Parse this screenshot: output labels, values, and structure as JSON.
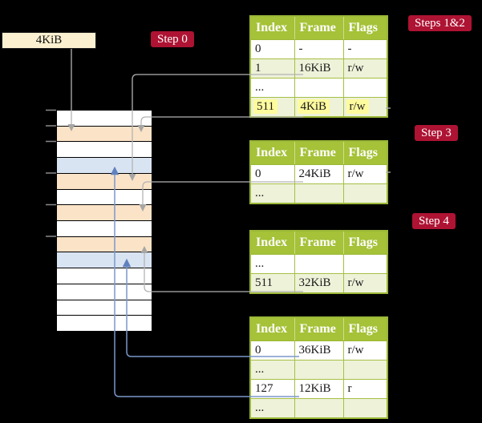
{
  "legend_box": {
    "label": "4KiB"
  },
  "step_labels": {
    "step0": "Step 0",
    "steps12": "Steps 1&2",
    "step3": "Step 3",
    "step4": "Step 4"
  },
  "tables": [
    {
      "headers": [
        "Index",
        "Frame",
        "Flags"
      ],
      "rows": [
        [
          "0",
          "-",
          "-"
        ],
        [
          "1",
          "16KiB",
          "r/w"
        ],
        [
          "...",
          "",
          ""
        ],
        [
          "511",
          "4KiB",
          "r/w"
        ]
      ],
      "highlighted_row": "511 | 4KiB | r/w"
    },
    {
      "headers": [
        "Index",
        "Frame",
        "Flags"
      ],
      "rows": [
        [
          "0",
          "24KiB",
          "r/w"
        ],
        [
          "...",
          "",
          ""
        ]
      ]
    },
    {
      "headers": [
        "Index",
        "Frame",
        "Flags"
      ],
      "rows": [
        [
          "...",
          "",
          ""
        ],
        [
          "511",
          "32KiB",
          "r/w"
        ]
      ]
    },
    {
      "headers": [
        "Index",
        "Frame",
        "Flags"
      ],
      "rows": [
        [
          "0",
          "36KiB",
          "r/w"
        ],
        [
          "...",
          "",
          ""
        ],
        [
          "127",
          "12KiB",
          "r"
        ],
        [
          "...",
          "",
          ""
        ]
      ]
    }
  ],
  "memory_strip": {
    "rows": [
      "empty",
      "pagetable",
      "empty",
      "data",
      "pagetable",
      "empty",
      "pagetable",
      "empty",
      "pagetable",
      "data",
      "empty",
      "empty",
      "empty",
      "empty"
    ]
  },
  "colors": {
    "background": "#000000",
    "table_header_green": "#a5c238",
    "table_row_green": "#edf2d9",
    "table_border_green": "#a6bf44",
    "highlight_yellow": "#fefb9e",
    "step_label_crimson": "#ae1333",
    "page_size_box_cream": "#fbf0d0",
    "frame_row_peach": "#fbe3c7",
    "data_row_blue": "#d9e4f2",
    "gray_connector": "#b3b3b3",
    "blue_connector": "#7b97cb"
  }
}
